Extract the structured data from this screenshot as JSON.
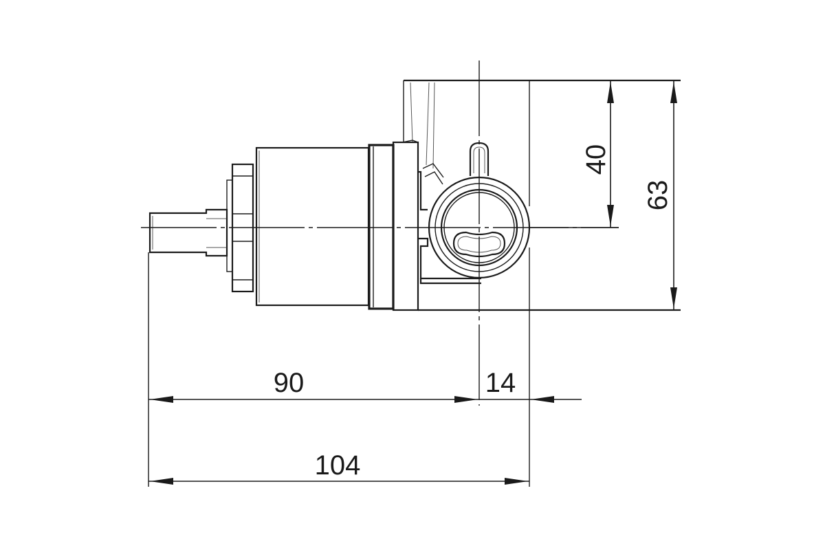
{
  "dimensions": {
    "height_small": "40",
    "height_large": "63",
    "length_body": "90",
    "length_offset": "14",
    "length_total": "104"
  }
}
